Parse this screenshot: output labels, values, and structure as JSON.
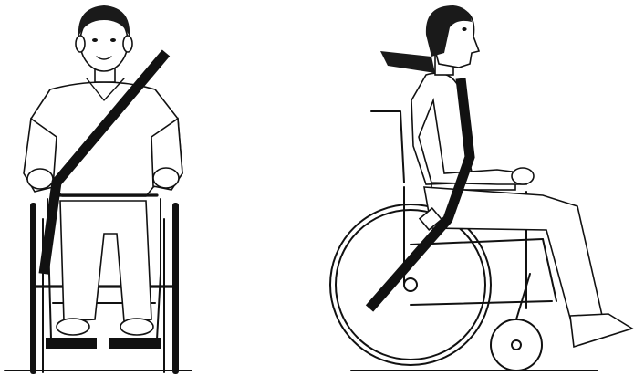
{
  "illustration": {
    "views": [
      "front",
      "side"
    ],
    "subject": "wheelchair-user-with-seat-belt"
  },
  "colors": {
    "line": "#111111",
    "background": "#ffffff"
  },
  "icons": [
    "wheelchair-front-view-icon",
    "wheelchair-side-view-icon"
  ]
}
